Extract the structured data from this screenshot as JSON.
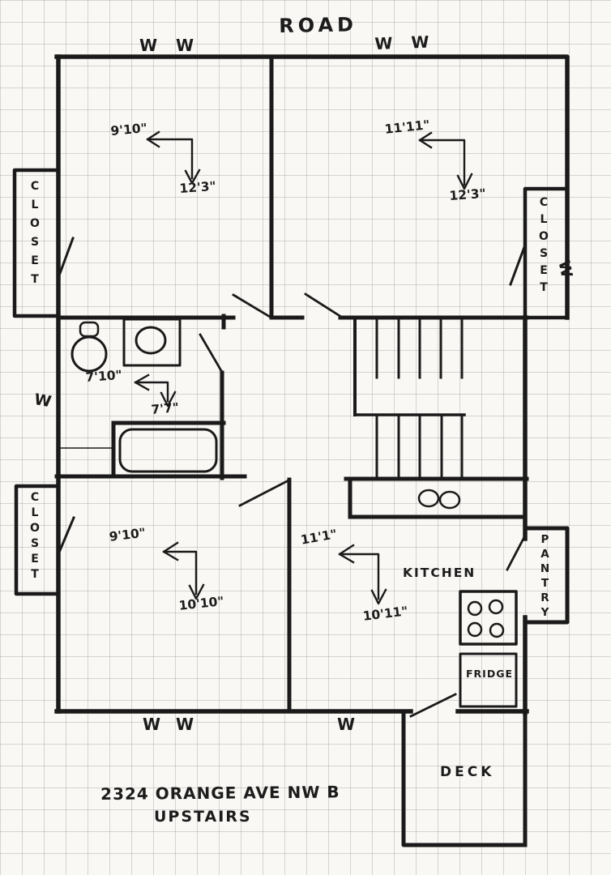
{
  "paper": {
    "background": "#f9f8f4",
    "grid_color": "#8f8f8f",
    "ink_color": "#1a1a1a"
  },
  "header": {
    "road_label": "ROAD"
  },
  "address": {
    "line1": "2324 ORANGE AVE NW B",
    "line2": "UPSTAIRS"
  },
  "windows": {
    "pair_label": "W W",
    "single_label": "W"
  },
  "labels": {
    "closet": "CLOSET",
    "pantry": "PANTRY",
    "kitchen": "KITCHEN",
    "fridge": "FRIDGE",
    "deck": "DECK"
  },
  "dimensions": {
    "bedroom_upper_left": {
      "width": "9'10\"",
      "depth": "12'3\""
    },
    "bedroom_upper_right": {
      "width": "11'11\"",
      "depth": "12'3\""
    },
    "bathroom": {
      "width": "7'10\"",
      "depth": "7'7\""
    },
    "bedroom_lower_left": {
      "width": "9'10\"",
      "depth": "10'10\""
    },
    "room_lower_middle": {
      "width": "11'1\"",
      "depth": "10'11\""
    }
  }
}
